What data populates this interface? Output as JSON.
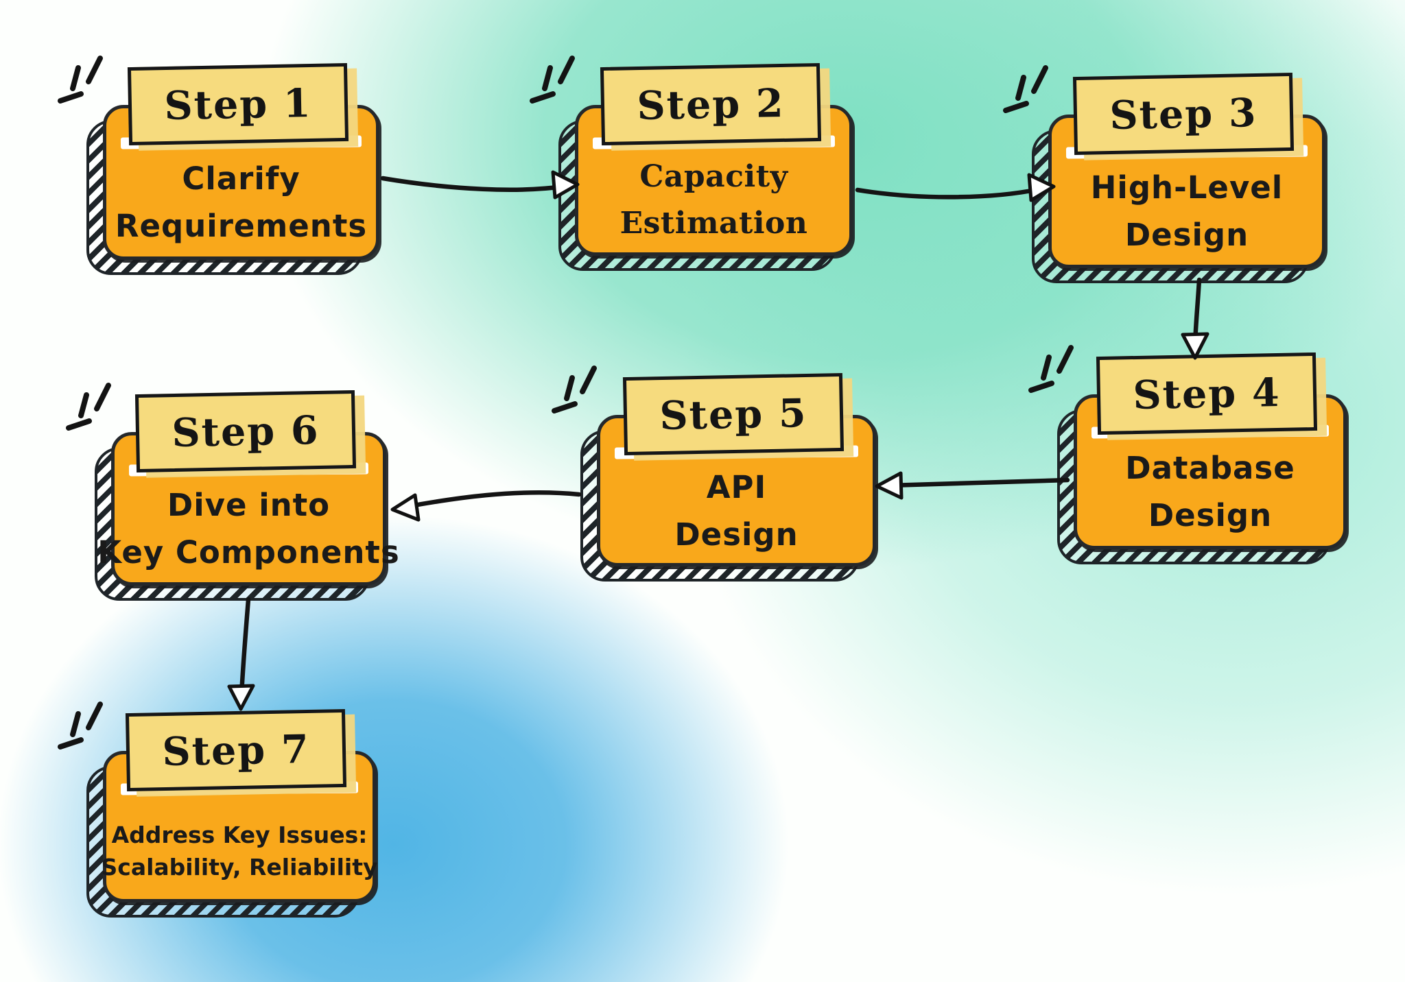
{
  "colors": {
    "box_fill": "#F9A81B",
    "badge_fill": "#F6DB7E",
    "bg_teal": "#7FE0C3",
    "bg_blue": "#51B5E5",
    "shadow_hatch": "#1E2428",
    "outline": "#151618",
    "text": "#1A1A1A"
  },
  "steps": [
    {
      "badge": "Step 1",
      "line1": "Clarify",
      "line2": "Requirements"
    },
    {
      "badge": "Step 2",
      "line1": "Capacity",
      "line2": "Estimation"
    },
    {
      "badge": "Step 3",
      "line1": "High-Level",
      "line2": "Design"
    },
    {
      "badge": "Step 4",
      "line1": "Database",
      "line2": "Design"
    },
    {
      "badge": "Step 5",
      "line1": "API",
      "line2": "Design"
    },
    {
      "badge": "Step 6",
      "line1": "Dive into",
      "line2": "Key Components"
    },
    {
      "badge": "Step 7",
      "line1": "Address Key Issues:",
      "line2": "Scalability, Reliability"
    }
  ],
  "connections": [
    {
      "from": "Step 1",
      "to": "Step 2"
    },
    {
      "from": "Step 2",
      "to": "Step 3"
    },
    {
      "from": "Step 3",
      "to": "Step 4"
    },
    {
      "from": "Step 4",
      "to": "Step 5"
    },
    {
      "from": "Step 5",
      "to": "Step 6"
    },
    {
      "from": "Step 6",
      "to": "Step 7"
    }
  ]
}
